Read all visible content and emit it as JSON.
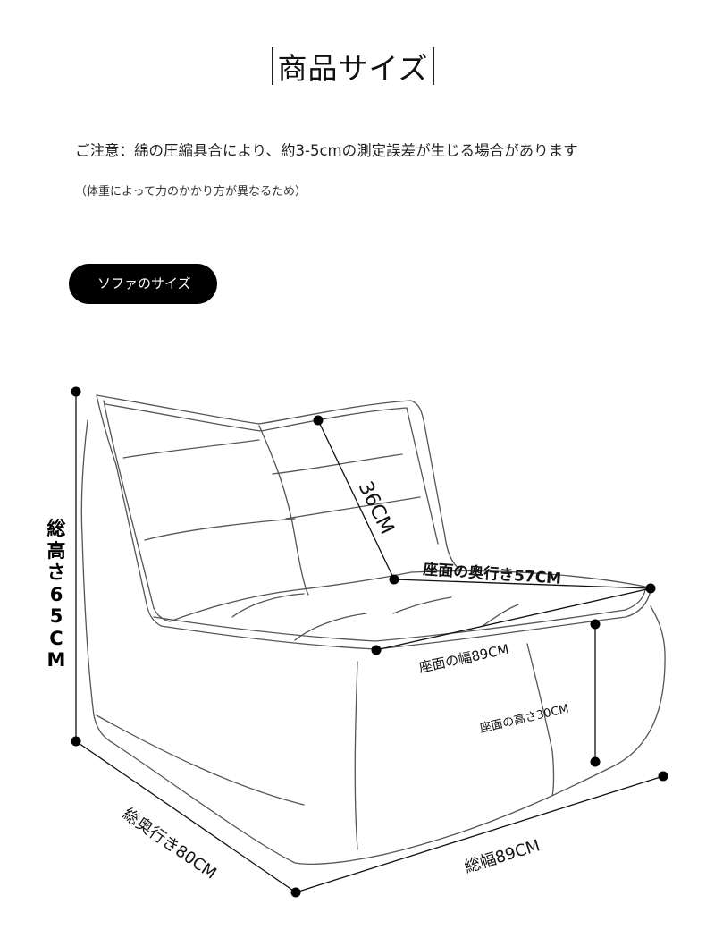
{
  "header": {
    "title": "商品サイズ"
  },
  "notice": {
    "main": "ご注意：綿の圧縮具合により、約3-5cmの測定誤差が生じる場合があります",
    "sub": "（体重によって力のかかり方が異なるため）"
  },
  "section_tag": "ソファのサイズ",
  "dimensions": {
    "total_height": "総高さ65CM",
    "total_height_chars": [
      "総",
      "高",
      "さ",
      "6",
      "5",
      "C",
      "M"
    ],
    "back_height": "36CM",
    "seat_depth": "座面の奥行き57CM",
    "seat_width": "座面の幅89CM",
    "seat_height": "座面の高さ30CM",
    "total_depth": "総奥行き80CM",
    "total_width": "総幅89CM"
  }
}
